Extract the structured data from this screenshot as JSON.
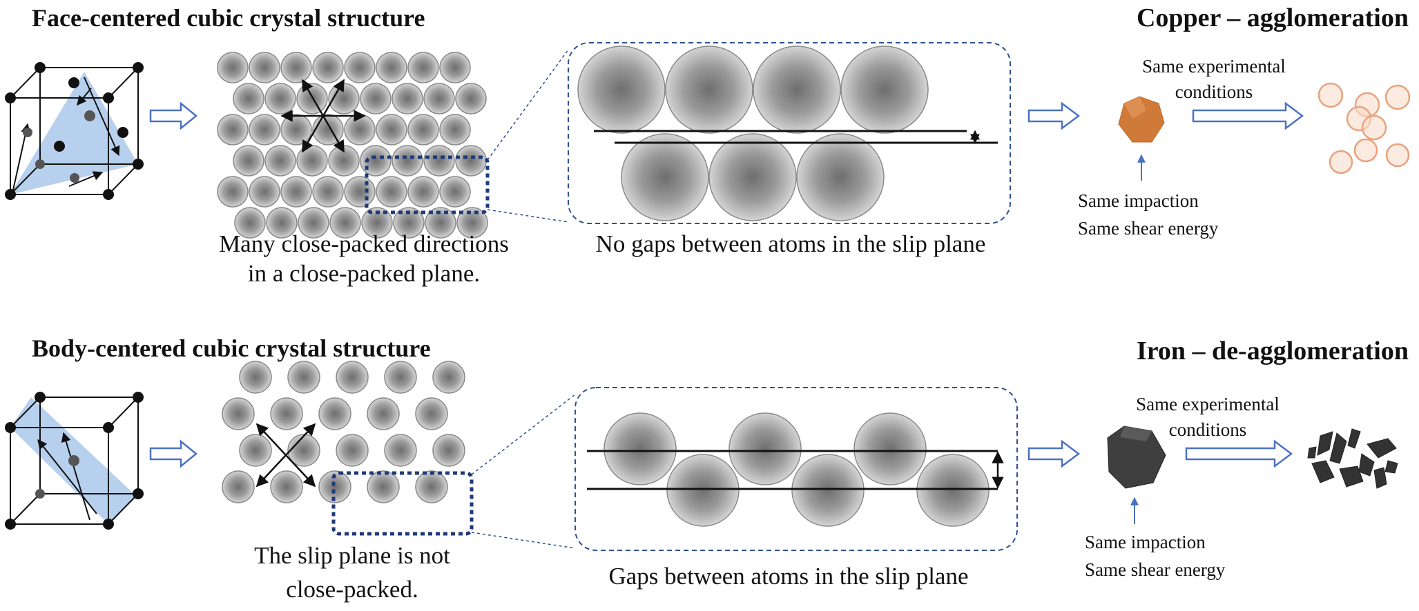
{
  "fcc": {
    "title": "Face-centered cubic crystal structure",
    "caption_line1": "Many close-packed directions",
    "caption_line2": "in a close-packed plane.",
    "slip_caption": "No gaps between atoms in the slip plane",
    "result_title": "Copper – agglomeration",
    "conditions_line1": "Same experimental",
    "conditions_line2": "conditions",
    "impaction_line1": "Same impaction",
    "impaction_line2": "Same shear energy"
  },
  "bcc": {
    "title": "Body-centered cubic crystal structure",
    "caption_line1": "The slip plane is not",
    "caption_line2": "close-packed.",
    "slip_caption": "Gaps between atoms in the slip plane",
    "result_title": "Iron – de-agglomeration",
    "conditions_line1": "Same experimental",
    "conditions_line2": "conditions",
    "impaction_line1": "Same impaction",
    "impaction_line2": "Same shear energy"
  },
  "colors": {
    "plane_fill": "#aac8ea",
    "arrow_blue": "#4a72c4",
    "arrow_fill": "#ffffff",
    "dashed_box": "#2e4f91",
    "copper": "#d07a3a",
    "copper_light": "#f2b894",
    "iron": "#4a4a4a",
    "atom_edge": "#8a8a8a"
  }
}
